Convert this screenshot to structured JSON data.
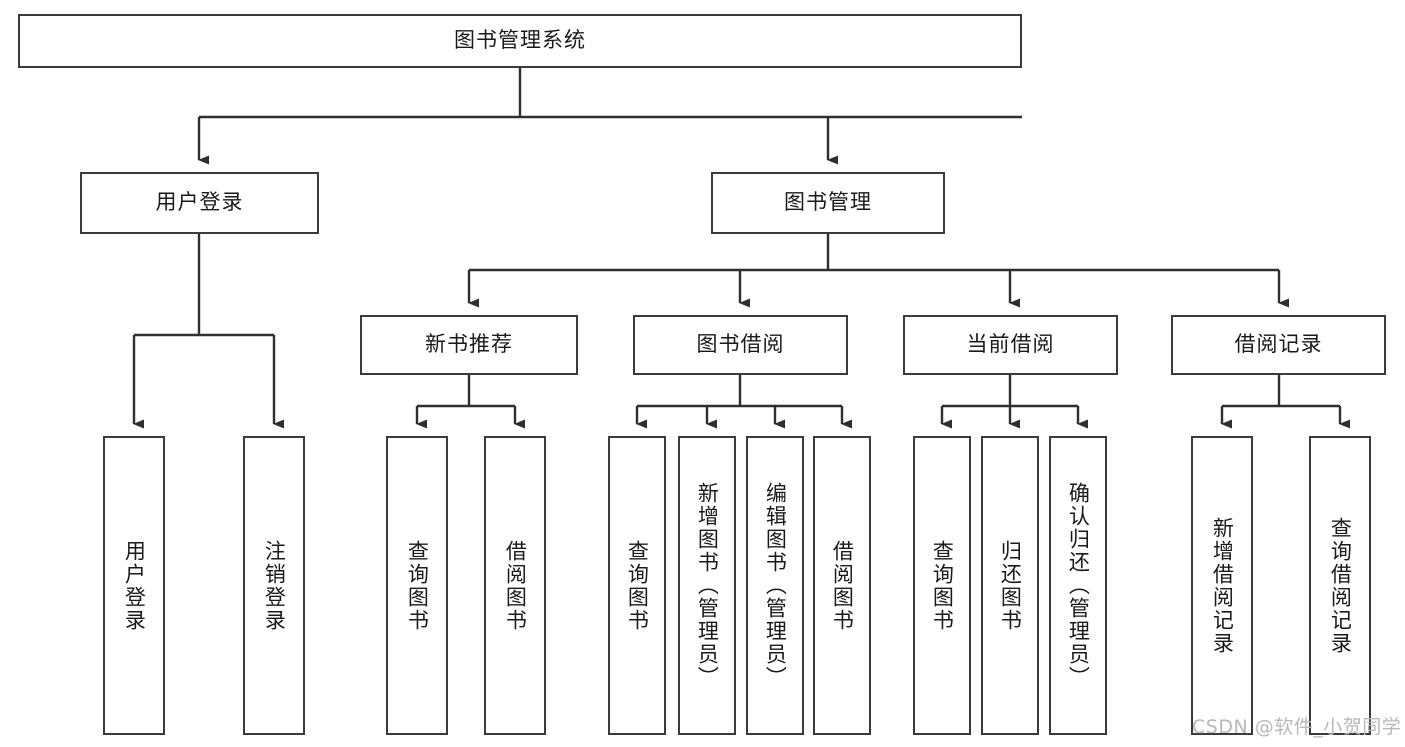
{
  "diagram": {
    "type": "tree-hierarchy-diagram",
    "root": {
      "label": "图书管理系统"
    },
    "level2": [
      {
        "label": "用户登录"
      },
      {
        "label": "图书管理"
      }
    ],
    "level3": [
      {
        "label": "新书推荐"
      },
      {
        "label": "图书借阅"
      },
      {
        "label": "当前借阅"
      },
      {
        "label": "借阅记录"
      }
    ],
    "leaves": {
      "user_login": [
        {
          "label": "用户登录"
        },
        {
          "label": "注销登录"
        }
      ],
      "new_book_recommend": [
        {
          "label": "查询图书"
        },
        {
          "label": "借阅图书"
        }
      ],
      "book_borrow": [
        {
          "label": "查询图书"
        },
        {
          "label": "新增图书（管理员）"
        },
        {
          "label": "编辑图书（管理员）"
        },
        {
          "label": "借阅图书"
        }
      ],
      "current_borrow": [
        {
          "label": "查询图书"
        },
        {
          "label": "归还图书"
        },
        {
          "label": "确认归还（管理员）"
        }
      ],
      "borrow_record": [
        {
          "label": "新增借阅记录"
        },
        {
          "label": "查询借阅记录"
        }
      ]
    }
  },
  "watermark": {
    "text": "CSDN @软件_小贺同学"
  },
  "colors": {
    "border": "#3b3b3b",
    "text": "#1a1a1a",
    "background": "#ffffff",
    "watermark": "#b8b8b8"
  }
}
